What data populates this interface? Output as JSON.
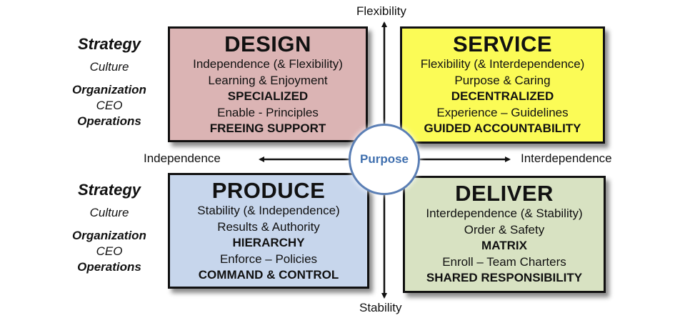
{
  "axes": {
    "top": "Flexibility",
    "bottom": "Stability",
    "left": "Independence",
    "right": "Interdependence",
    "center": "Purpose"
  },
  "side_labels": {
    "top": {
      "strategy": "Strategy",
      "culture": "Culture",
      "organization": "Organization",
      "ceo": "CEO",
      "operations": "Operations"
    },
    "bottom": {
      "strategy": "Strategy",
      "culture": "Culture",
      "organization": "Organization",
      "ceo": "CEO",
      "operations": "Operations"
    }
  },
  "quadrants": {
    "design": {
      "title": "DESIGN",
      "culture": "Independence (& Flexibility)",
      "values": "Learning & Enjoyment",
      "organization": "SPECIALIZED",
      "ceo": "Enable - Principles",
      "operations": "FREEING SUPPORT",
      "color": "#dbb4b4"
    },
    "service": {
      "title": "SERVICE",
      "culture": "Flexibility (& Interdependence)",
      "values": "Purpose & Caring",
      "organization": "DECENTRALIZED",
      "ceo": "Experience – Guidelines",
      "operations": "GUIDED ACCOUNTABILITY",
      "color": "#fbfb56"
    },
    "produce": {
      "title": "PRODUCE",
      "culture": "Stability (& Independence)",
      "values": "Results & Authority",
      "organization": "HIERARCHY",
      "ceo": "Enforce – Policies",
      "operations": "COMMAND & CONTROL",
      "color": "#c7d6ec"
    },
    "deliver": {
      "title": "DELIVER",
      "culture": "Interdependence (& Stability)",
      "values": "Order & Safety",
      "organization": "MATRIX",
      "ceo": "Enroll – Team Charters",
      "operations": "SHARED RESPONSIBILITY",
      "color": "#d8e2c2"
    }
  },
  "colors": {
    "purpose_circle": "#5b7fb5",
    "purpose_text": "#3f6fae",
    "border": "#111111"
  }
}
